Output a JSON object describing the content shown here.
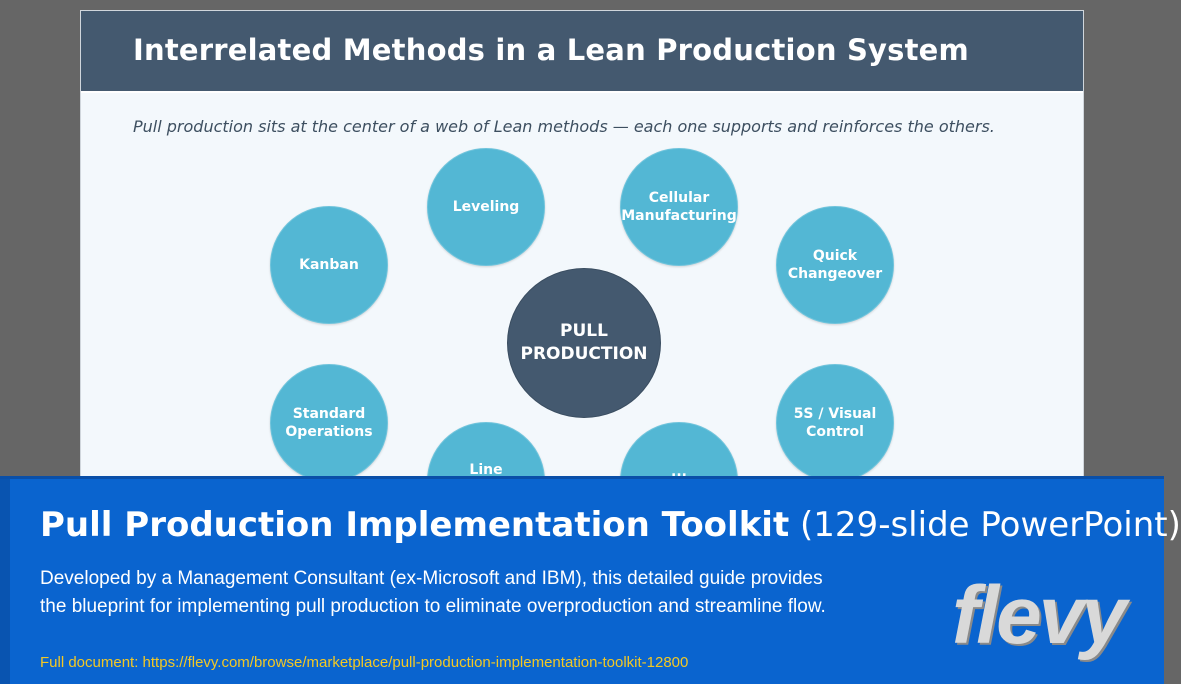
{
  "slide": {
    "title": "Interrelated Methods in a Lean Production System",
    "subtitle": "Pull production sits at the center of a web of Lean methods — each one supports and reinforces the others."
  },
  "diagram": {
    "hub": "PULL\nPRODUCTION",
    "nodes": [
      {
        "label": "Leveling"
      },
      {
        "label": "Cellular\nManufacturing"
      },
      {
        "label": "Kanban"
      },
      {
        "label": "Quick\nChangeover"
      },
      {
        "label": "Standard\nOperations"
      },
      {
        "label": "5S / Visual\nControl"
      },
      {
        "label": "Line"
      },
      {
        "label": "..."
      }
    ],
    "colors": {
      "node": "#53b7d4",
      "hub": "#44596f",
      "header": "#44596f"
    }
  },
  "banner": {
    "title": "Pull Production Implementation Toolkit",
    "title_suffix": "(129-slide PowerPoint)",
    "description": "Developed by a Management Consultant (ex-Microsoft and IBM), this detailed guide provides the blueprint for implementing pull production to eliminate overproduction and streamline flow.",
    "link": "Full document: https://flevy.com/browse/marketplace/pull-production-implementation-toolkit-12800",
    "logo": "flevy",
    "colors": {
      "background": "#0a64cf",
      "link": "#f3c824"
    }
  }
}
